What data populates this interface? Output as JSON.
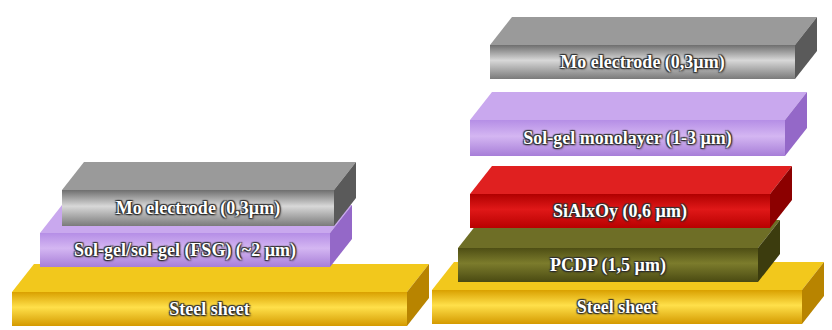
{
  "diagram": {
    "nodes": [
      {
        "text": [
          "Mo electrode (0,3µm)"
        ]
      },
      {
        "text": [
          "Sol-gel/sol-gel (FSG) (~2 µm)"
        ]
      },
      {
        "text": [
          "Steel sheet"
        ]
      },
      {
        "text": [
          "Mo electrode (0,3µm)"
        ]
      },
      {
        "text": [
          "Sol-gel monolayer (1-3 µm)"
        ]
      },
      {
        "text": [
          "SiAlxOy (0,6 µm)"
        ]
      },
      {
        "text": [
          "PCDP (1,5 µm)"
        ]
      },
      {
        "text": [
          "Steel sheet"
        ]
      }
    ]
  }
}
